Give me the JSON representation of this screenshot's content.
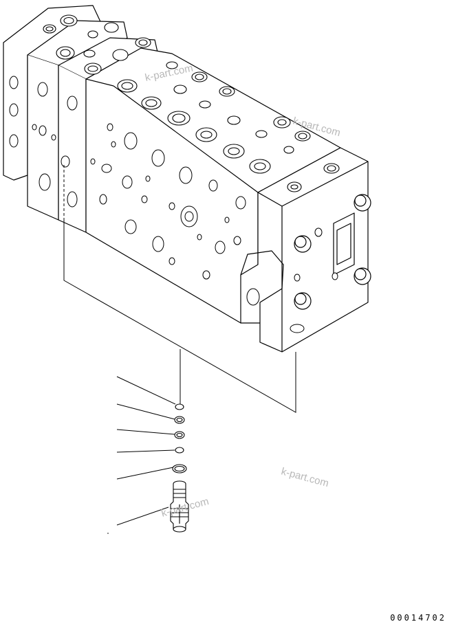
{
  "watermarks": [
    "k-part.com",
    "k-part.com",
    "k-part.com",
    "k-part.com"
  ],
  "drawing_number": "00014702",
  "colors": {
    "line": "#000000",
    "watermark": "#b8b8b8",
    "background": "#ffffff"
  }
}
